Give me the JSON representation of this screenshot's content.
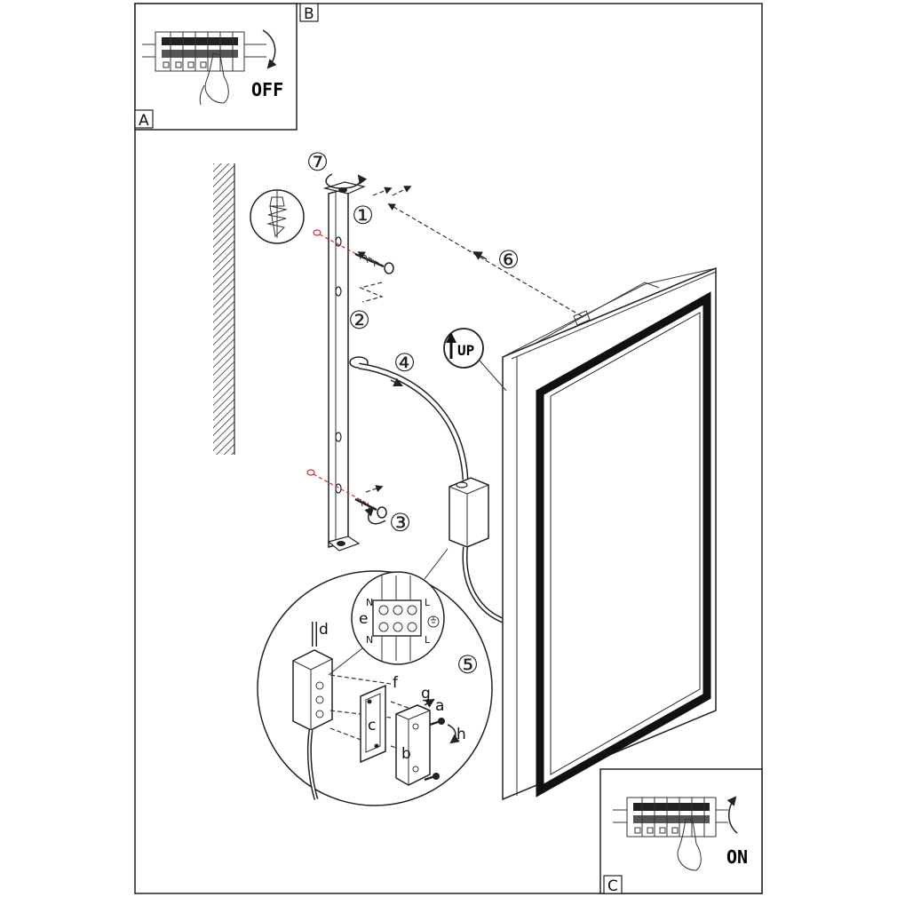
{
  "panels": {
    "a": {
      "letter": "A",
      "switch_text": "OFF"
    },
    "b": {
      "letter": "B"
    },
    "c": {
      "letter": "C",
      "switch_text": "ON"
    }
  },
  "steps": {
    "s1": "①",
    "s2": "②",
    "s3": "③",
    "s4": "④",
    "s5": "⑤",
    "s6": "⑥",
    "s7": "⑦"
  },
  "up_label": "UP",
  "detail_letters": {
    "a": "a",
    "b": "b",
    "c": "c",
    "d": "d",
    "e": "e",
    "f": "f",
    "g": "g",
    "h": "h"
  },
  "terminal_labels": {
    "n_top": "N",
    "l_top": "L",
    "n_bottom": "N",
    "l_bottom": "L"
  }
}
